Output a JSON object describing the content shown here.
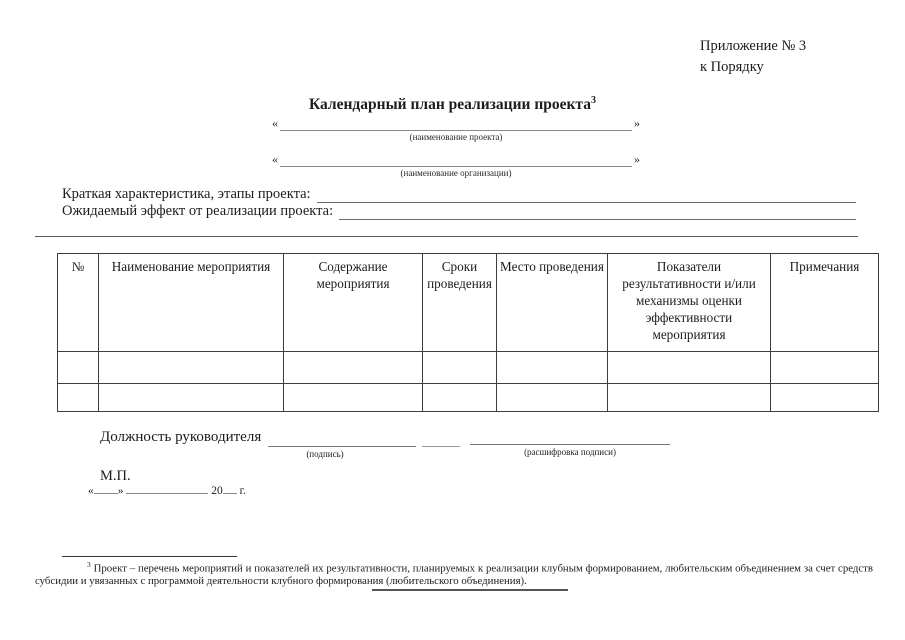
{
  "header": {
    "appendix": [
      "Приложение № 3",
      "к Порядку"
    ]
  },
  "title": {
    "text": "Календарный план реализации проекта",
    "footnote_ref": "3"
  },
  "name_fields": [
    {
      "open": "«",
      "close": "»",
      "caption": "(наименование проекта)"
    },
    {
      "open": "«",
      "close": "»",
      "caption": "(наименование организации)"
    }
  ],
  "intro": {
    "line1_label": "Краткая характеристика, этапы проекта:",
    "line2_label": "Ожидаемый эффект от реализации проекта:"
  },
  "table": {
    "headers": [
      "№",
      "Наименование мероприятия",
      "Содержание мероприятия",
      "Сроки проведения",
      "Место проведения",
      "Показатели результативности и/или механизмы оценки эффективности мероприятия",
      "Примечания"
    ],
    "empty_row_count": 2
  },
  "signature": {
    "label": "Должность руководителя",
    "caption_sign": "(подпись)",
    "caption_transcript": "(расшифровка подписи)",
    "stamp": "М.П.",
    "date": {
      "open": "«",
      "close": "»",
      "year": "20",
      "year_unit": "г."
    }
  },
  "footnote": {
    "ref": "3",
    "text": "Проект – перечень мероприятий и показателей их результативности, планируемых к реализации клубным формированием, любительским объединением за счет средств субсидии и увязанных с программой деятельности клубного формирования (любительского объединения)."
  },
  "colors": {
    "ink": "#1c1c1c",
    "line_gray": "#8a8a8a",
    "line_dark": "#444444"
  }
}
